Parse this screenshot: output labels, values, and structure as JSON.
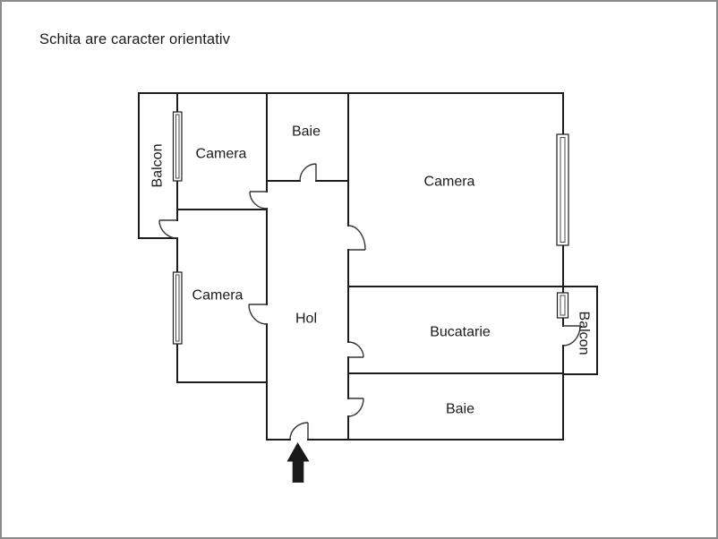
{
  "title": "Schita are caracter orientativ",
  "floor_plan": {
    "rooms": {
      "balcon_left": "Balcon",
      "camera_top_left": "Camera",
      "baie_top": "Baie",
      "camera_right": "Camera",
      "camera_bottom_left": "Camera",
      "hol": "Hol",
      "bucatarie": "Bucatarie",
      "baie_bottom": "Baie",
      "balcon_right": "Balcon"
    },
    "colors": {
      "wall": "#1c1c1c",
      "text": "#1a1a1a",
      "frame_border": "#8a8a8a",
      "background": "#ffffff",
      "entrance_arrow": "#1a1a1a"
    }
  }
}
